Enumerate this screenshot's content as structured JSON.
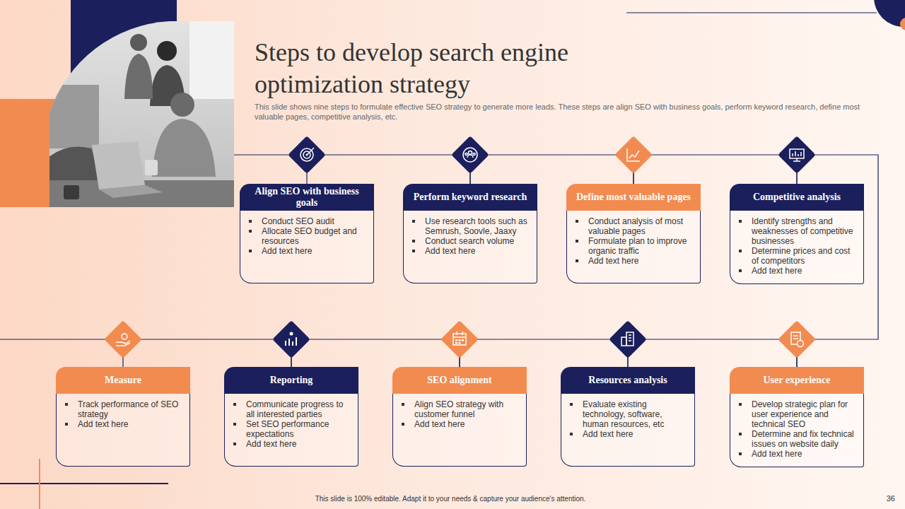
{
  "diagram": {
    "title": "Steps to develop search engine optimization strategy",
    "caption": "This slide shows nine steps to formulate effective SEO strategy to generate more leads. These steps are align SEO with business goals, perform keyword research, define most valuable pages, competitive analysis, etc.",
    "nodes": [
      {
        "text": [
          "Align SEO with business goals",
          "Conduct SEO audit",
          "Allocate SEO budget and resources",
          "Add text here"
        ]
      },
      {
        "text": [
          "Perform keyword research",
          "Use research tools such as Semrush, Soovle, Jaaxy",
          "Conduct search volume",
          "Add text here"
        ]
      },
      {
        "text": [
          "Define most valuable pages",
          "Conduct analysis of most valuable pages",
          "Formulate plan to improve organic traffic",
          "Add text here"
        ]
      },
      {
        "text": [
          "Competitive analysis",
          "Identify strengths and weaknesses of competitive businesses",
          "Determine prices and cost of competitors",
          "Add text here"
        ]
      },
      {
        "text": [
          "Measure",
          "Track performance of SEO strategy",
          "Add text here"
        ]
      },
      {
        "text": [
          "Reporting",
          "Communicate progress to all interested parties",
          "Set SEO performance expectations",
          "Add text here"
        ]
      },
      {
        "text": [
          "SEO alignment",
          "Align SEO strategy with customer funnel",
          "Add text here"
        ]
      },
      {
        "text": [
          "Resources analysis",
          "Evaluate existing technology, software, human resources, etc",
          "Add text here"
        ]
      },
      {
        "text": [
          "User experience",
          "Develop strategic plan for user experience and technical SEO",
          "Determine and fix technical issues on website daily",
          "Add text here"
        ]
      }
    ],
    "edges": [
      {
        "from": 0,
        "to": 1,
        "arrow": "none"
      },
      {
        "from": 1,
        "to": 2,
        "arrow": "none"
      },
      {
        "from": 2,
        "to": 3,
        "arrow": "none"
      },
      {
        "from": 3,
        "to": 8,
        "arrow": "none"
      },
      {
        "from": 8,
        "to": 7,
        "arrow": "none"
      },
      {
        "from": 7,
        "to": 6,
        "arrow": "none"
      },
      {
        "from": 6,
        "to": 5,
        "arrow": "none"
      },
      {
        "from": 5,
        "to": 4,
        "arrow": "none"
      }
    ],
    "labels": [
      "This slide is 100% editable. Adapt it to your needs & capture your audience's attention.",
      "36"
    ]
  }
}
